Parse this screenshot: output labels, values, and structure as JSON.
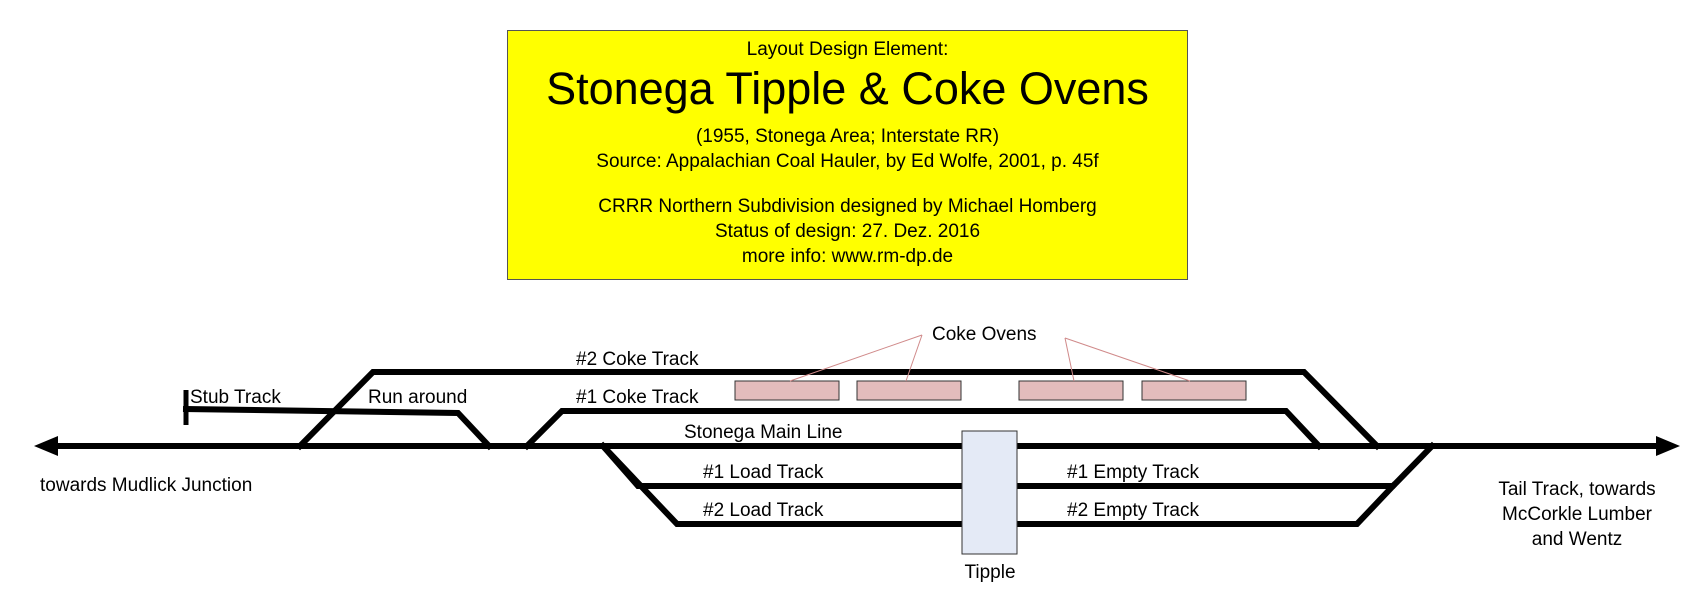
{
  "title_box": {
    "line1": "Layout Design Element:",
    "title": "Stonega Tipple & Coke Ovens",
    "subtitle": "(1955, Stonega Area; Interstate RR)",
    "source": "Source: Appalachian Coal Hauler, by Ed Wolfe, 2001, p. 45f",
    "designer": "CRRR Northern Subdivision designed by Michael Homberg",
    "status": "Status of design: 27. Dez. 2016",
    "info": "more info: www.rm-dp.de",
    "background_color": "#ffff00"
  },
  "labels": {
    "stub_track": "Stub Track",
    "run_around": "Run around",
    "coke_track_2": "#2 Coke Track",
    "coke_track_1": "#1 Coke Track",
    "coke_ovens": "Coke Ovens",
    "main_line": "Stonega Main Line",
    "load_track_1": "#1 Load Track",
    "load_track_2": "#2 Load Track",
    "empty_track_1": "#1 Empty Track",
    "empty_track_2": "#2 Empty Track",
    "tipple": "Tipple",
    "towards_west": "towards Mudlick Junction",
    "tail_track_line1": "Tail Track, towards",
    "tail_track_line2": "McCorkle Lumber",
    "tail_track_line3": "and Wentz"
  },
  "colors": {
    "track": "#000000",
    "coke_oven_fill": "#e3bcbc",
    "tipple_fill": "#e4eaf6",
    "leader_line": "#d08a8a"
  }
}
